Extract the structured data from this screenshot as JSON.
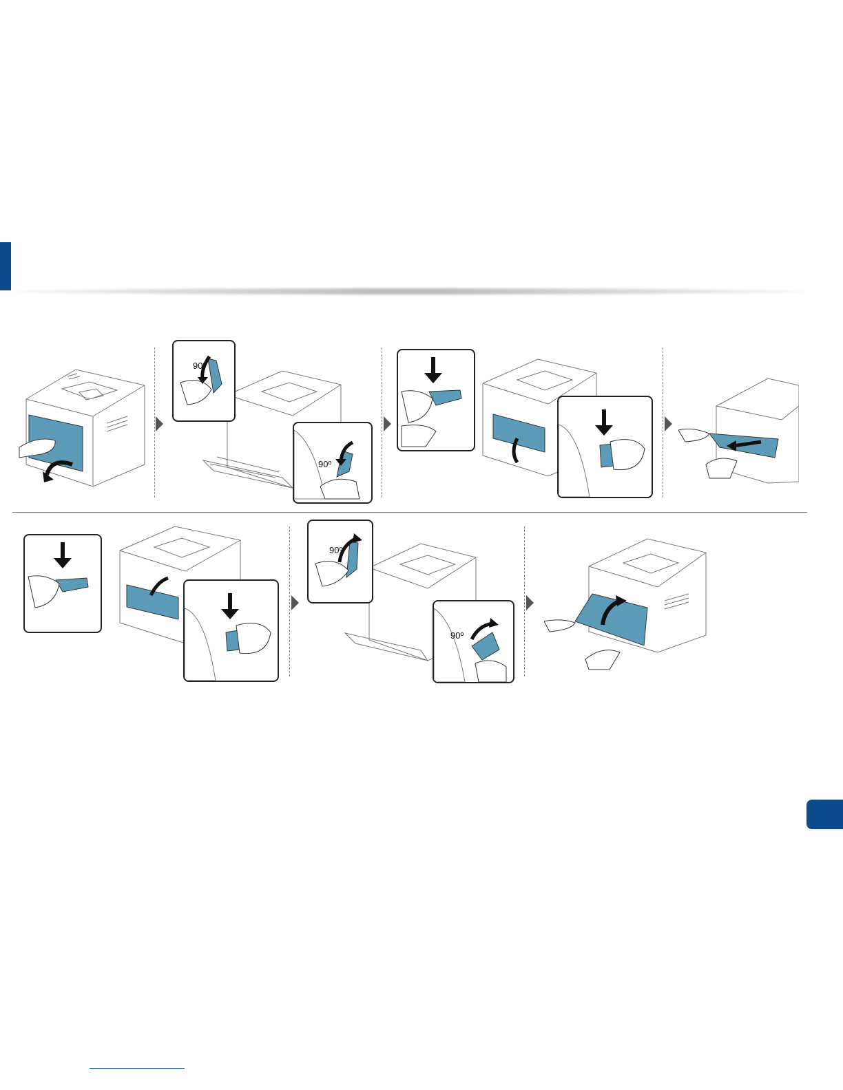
{
  "colors": {
    "brand_blue": "#0b4a8b",
    "part_blue": "#5d9cb8",
    "rule_gray": "#bdbdbd"
  },
  "steps": {
    "step2_upper_label": "90º",
    "step2_lower_label": "90º",
    "step6_upper_label": "90º",
    "step6_lower_label": "90º"
  }
}
